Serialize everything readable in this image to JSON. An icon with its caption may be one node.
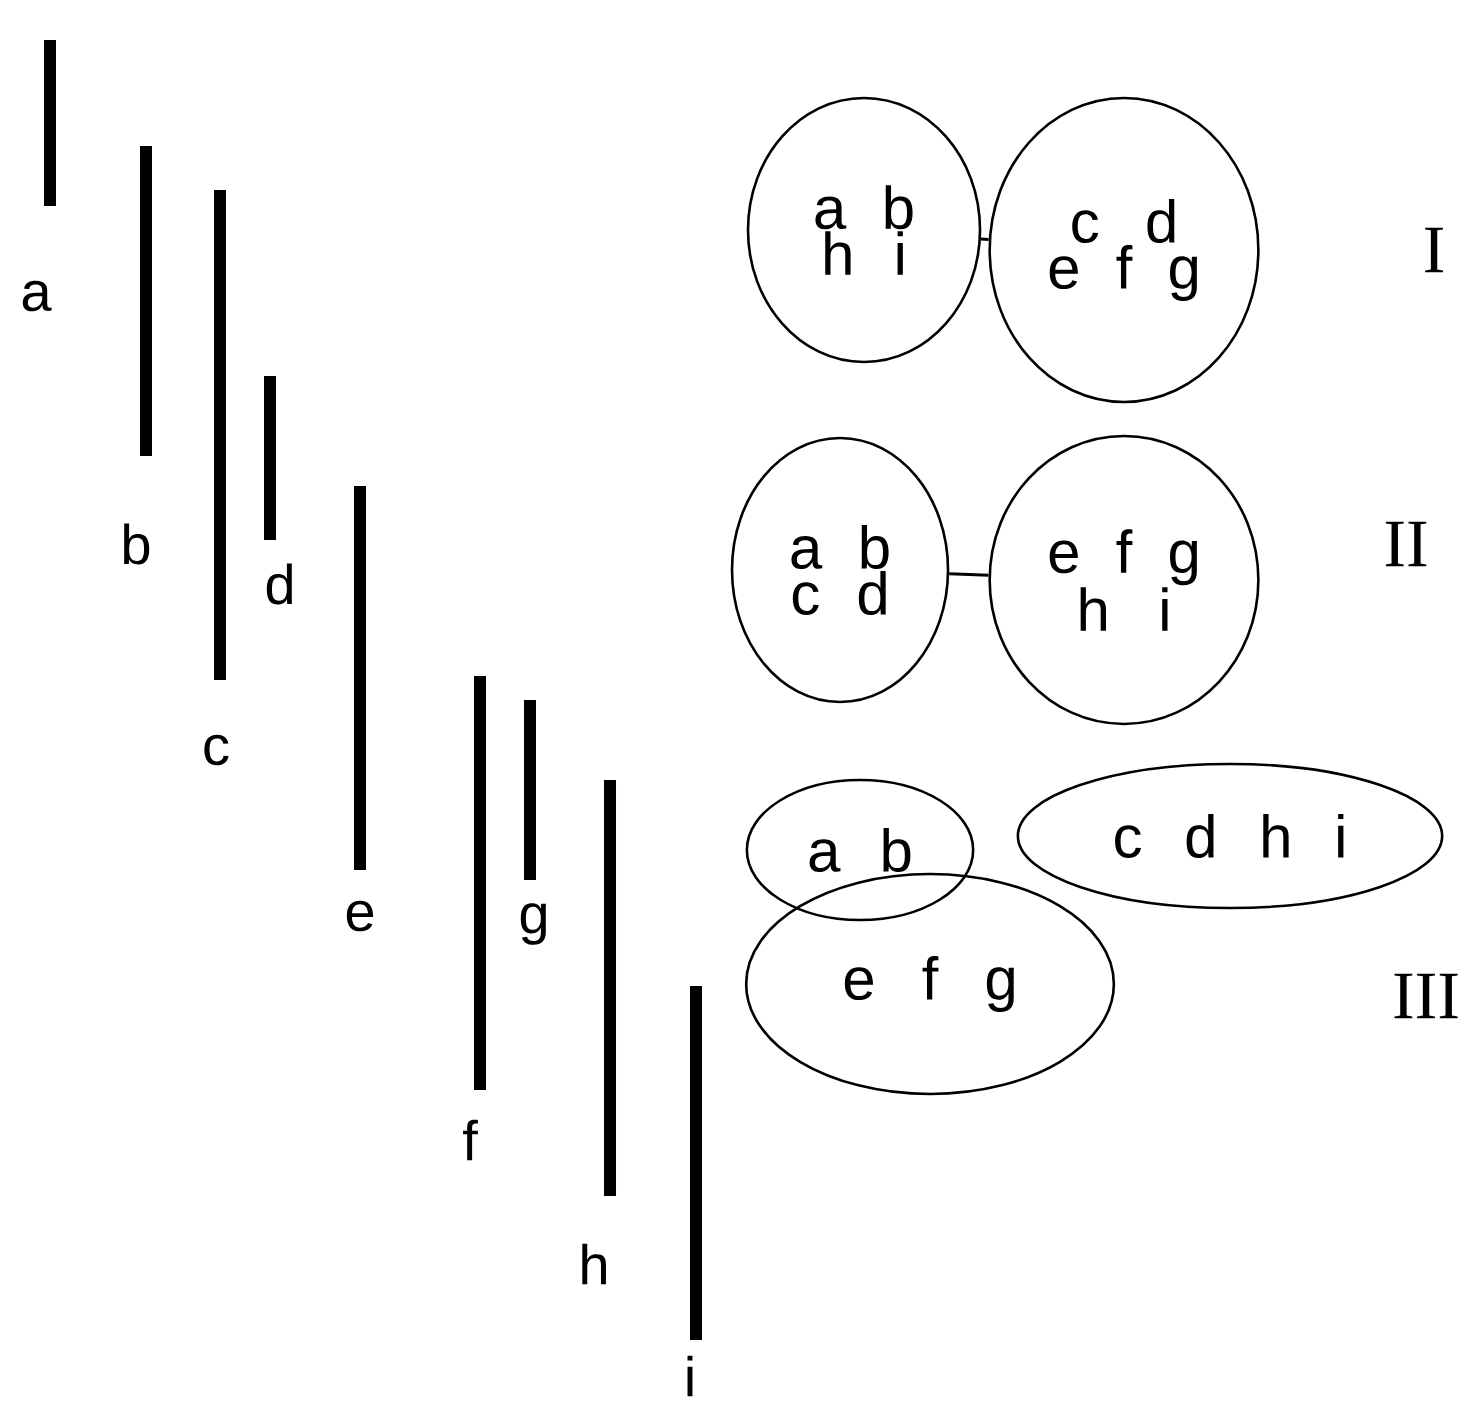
{
  "diagram": {
    "nodes": [
      {
        "text": [
          "a b h i"
        ]
      },
      {
        "text": [
          "c d e f g"
        ]
      },
      {
        "text": [
          "a b c d"
        ]
      },
      {
        "text": [
          "e f g h i"
        ]
      },
      {
        "text": [
          "a b"
        ]
      },
      {
        "text": [
          "c d h i"
        ]
      },
      {
        "text": [
          "e f g"
        ]
      }
    ],
    "edges": [
      {
        "from": 0,
        "to": 1,
        "arrow": "none"
      },
      {
        "from": 2,
        "to": 3,
        "arrow": "none"
      }
    ],
    "labels": [
      "a",
      "b",
      "d",
      "c",
      "e",
      "g",
      "f",
      "h",
      "i",
      "I",
      "II",
      "III"
    ]
  }
}
